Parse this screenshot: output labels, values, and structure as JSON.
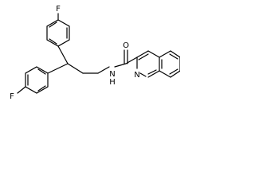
{
  "molecule": {
    "atoms": {
      "f_top": "F",
      "f_bottom": "F",
      "amide_n": "N",
      "amide_h": "H",
      "amide_o": "O",
      "ring_n": "N"
    }
  }
}
